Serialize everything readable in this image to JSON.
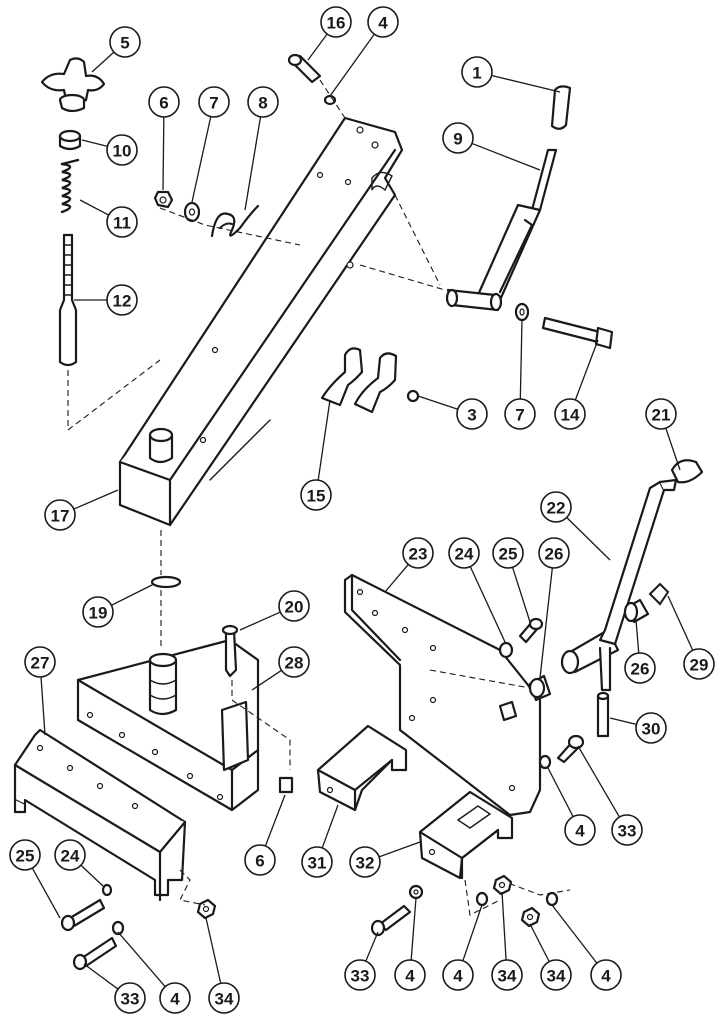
{
  "callouts": [
    {
      "label": "5"
    },
    {
      "label": "10"
    },
    {
      "label": "11"
    },
    {
      "label": "12"
    },
    {
      "label": "6"
    },
    {
      "label": "7"
    },
    {
      "label": "8"
    },
    {
      "label": "16"
    },
    {
      "label": "4"
    },
    {
      "label": "1"
    },
    {
      "label": "9"
    },
    {
      "label": "3"
    },
    {
      "label": "7"
    },
    {
      "label": "14"
    },
    {
      "label": "15"
    },
    {
      "label": "17"
    },
    {
      "label": "21"
    },
    {
      "label": "22"
    },
    {
      "label": "23"
    },
    {
      "label": "24"
    },
    {
      "label": "25"
    },
    {
      "label": "26"
    },
    {
      "label": "19"
    },
    {
      "label": "20"
    },
    {
      "label": "27"
    },
    {
      "label": "28"
    },
    {
      "label": "26"
    },
    {
      "label": "29"
    },
    {
      "label": "30"
    },
    {
      "label": "4"
    },
    {
      "label": "33"
    },
    {
      "label": "6"
    },
    {
      "label": "31"
    },
    {
      "label": "32"
    },
    {
      "label": "25"
    },
    {
      "label": "24"
    },
    {
      "label": "33"
    },
    {
      "label": "4"
    },
    {
      "label": "34"
    },
    {
      "label": "33"
    },
    {
      "label": "4"
    },
    {
      "label": "4"
    },
    {
      "label": "34"
    },
    {
      "label": "34"
    },
    {
      "label": "4"
    }
  ],
  "colors": {
    "line": "#1a1a1a",
    "background": "#ffffff"
  }
}
